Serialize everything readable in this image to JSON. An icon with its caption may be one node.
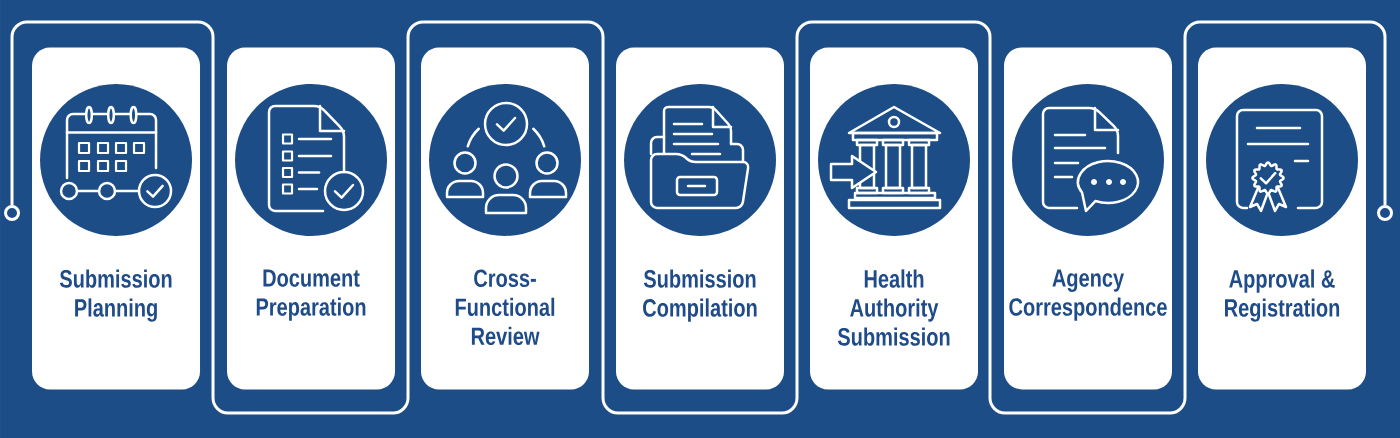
{
  "diagram": {
    "nodes": [
      {
        "text": [],
        "shape": "circle"
      },
      {
        "text": [
          "Submission Planning"
        ]
      },
      {
        "text": [
          "Document Preparation"
        ]
      },
      {
        "text": [
          "Cross-Functional Review"
        ]
      },
      {
        "text": [
          "Submission Compilation"
        ]
      },
      {
        "text": [
          "Health Authority Submission"
        ]
      },
      {
        "text": [
          "Agency Correspondence"
        ]
      },
      {
        "text": [
          "Approval & Registration"
        ]
      },
      {
        "text": [],
        "shape": "circle"
      }
    ],
    "edges": [
      {
        "from": 0,
        "to": 8,
        "arrow": "none"
      }
    ]
  }
}
